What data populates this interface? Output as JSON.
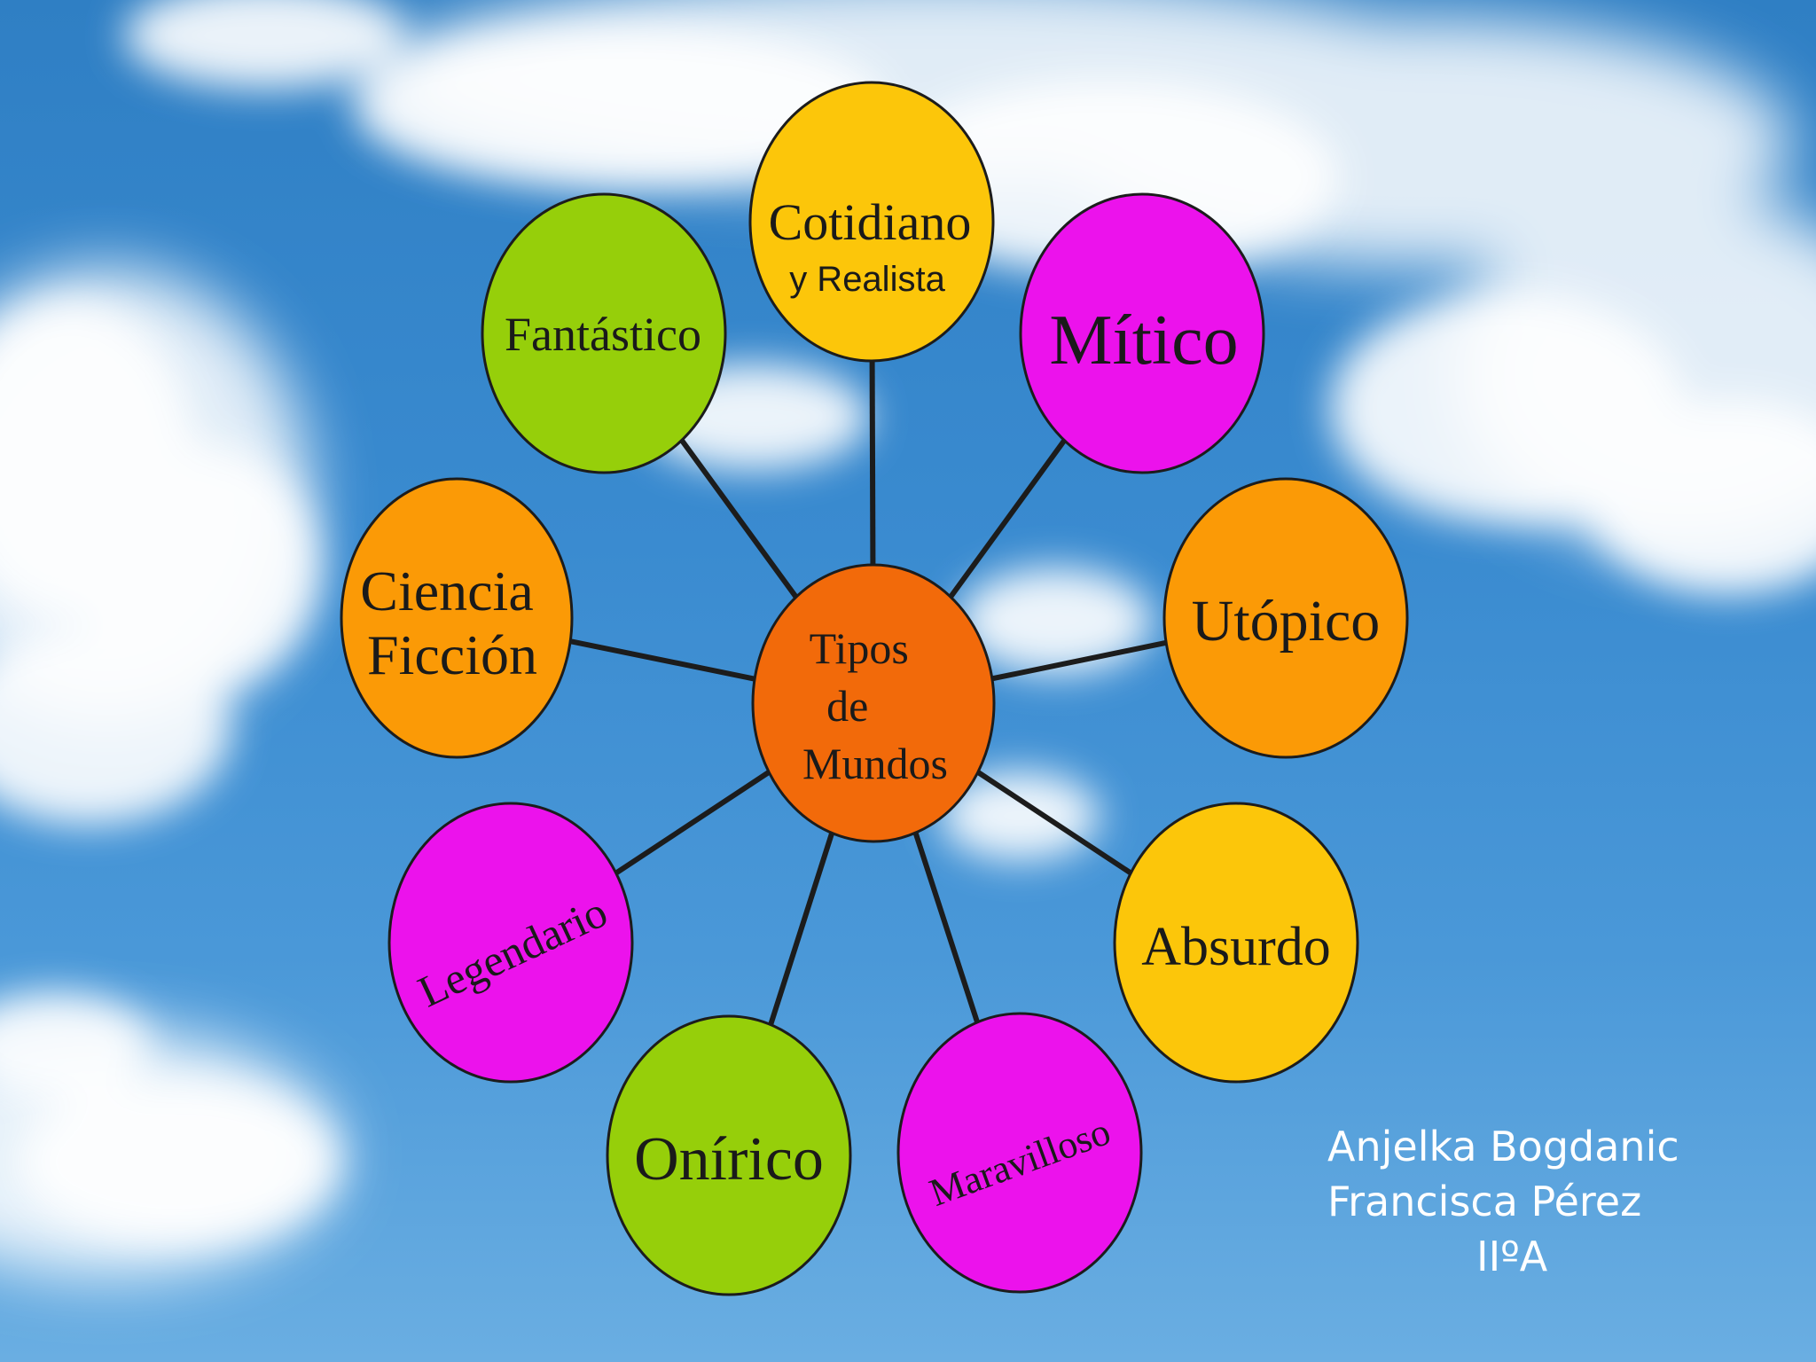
{
  "diagram": {
    "center": {
      "lines": [
        "Tipos",
        "de",
        "Mundos"
      ],
      "color": "#f26a0a"
    },
    "nodes": [
      {
        "id": "cotidiano",
        "lines": [
          "Cotidiano",
          "y Realista"
        ],
        "color": "#fcc60a"
      },
      {
        "id": "mitico",
        "lines": [
          "Mítico"
        ],
        "color": "#ec12ec"
      },
      {
        "id": "utopico",
        "lines": [
          "Utópico"
        ],
        "color": "#fb9a06"
      },
      {
        "id": "absurdo",
        "lines": [
          "Absurdo"
        ],
        "color": "#fcc60a"
      },
      {
        "id": "maravilloso",
        "lines": [
          "Maravilloso"
        ],
        "color": "#ec12ec"
      },
      {
        "id": "onirico",
        "lines": [
          "Onírico"
        ],
        "color": "#96cf0a"
      },
      {
        "id": "legendario",
        "lines": [
          "Legendario"
        ],
        "color": "#ec12ec"
      },
      {
        "id": "ciencia-ficcion",
        "lines": [
          "Ciencia",
          "Ficción"
        ],
        "color": "#fb9a06"
      },
      {
        "id": "fantastico",
        "lines": [
          "Fantástico"
        ],
        "color": "#96cf0a"
      }
    ],
    "connector_color": "#1c1c1c"
  },
  "credits": {
    "author_1": "Anjelka Bogdanic",
    "author_2": "Francisca Pérez",
    "class_label": "IIºA"
  }
}
